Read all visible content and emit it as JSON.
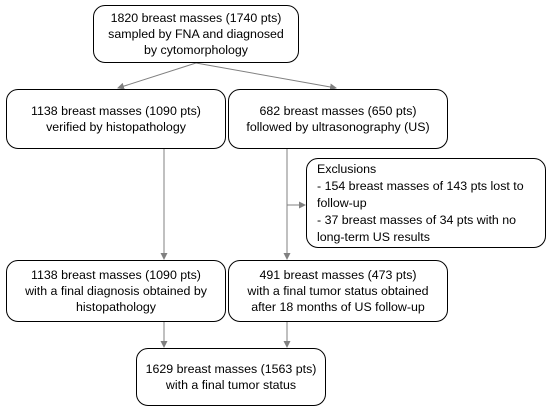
{
  "nodes": {
    "root": {
      "lines": [
        "1820 breast masses (1740 pts)",
        "sampled by FNA and diagnosed",
        "by cytomorphology"
      ]
    },
    "histopathology": {
      "lines": [
        "1138 breast masses (1090 pts)",
        "verified by histopathology"
      ]
    },
    "ultrasonography": {
      "lines": [
        "682 breast masses (650 pts)",
        "followed by ultrasonography (US)"
      ]
    },
    "exclusions": {
      "lines": [
        "Exclusions",
        "- 154 breast masses of 143 pts lost to",
        "follow-up",
        "- 37 breast masses of 34 pts with no",
        "long-term US results"
      ]
    },
    "histopathology_final": {
      "lines": [
        "1138 breast masses (1090 pts)",
        "with a final diagnosis obtained by",
        "histopathology"
      ]
    },
    "us_final": {
      "lines": [
        "491 breast masses (473 pts)",
        "with a final tumor status obtained",
        "after 18 months of US follow-up"
      ]
    },
    "total": {
      "lines": [
        "1629 breast masses (1563 pts)",
        "with a final tumor status"
      ]
    }
  },
  "colors": {
    "stroke": "#000000",
    "arrow": "#808080",
    "background": "#ffffff"
  }
}
